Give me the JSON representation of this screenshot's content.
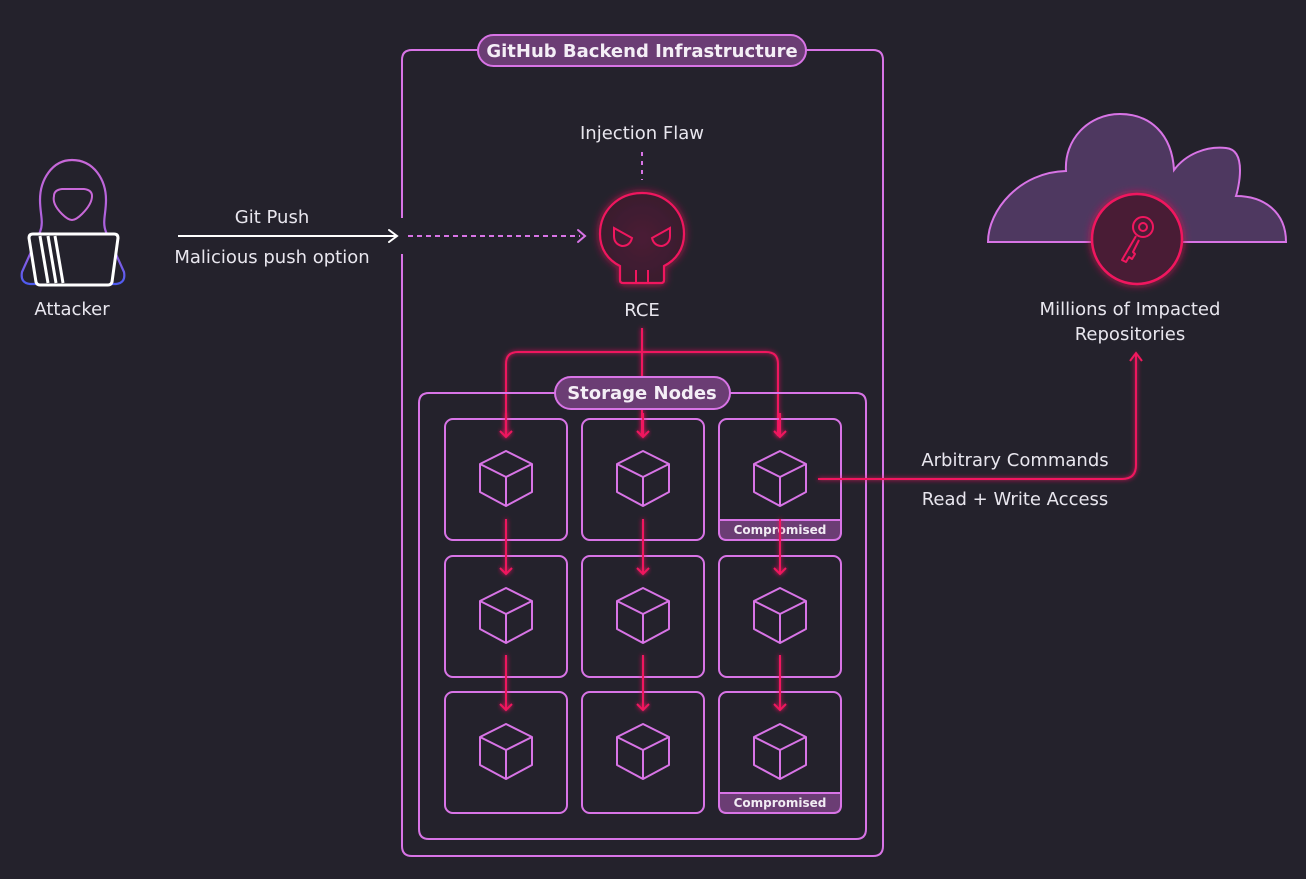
{
  "colors": {
    "background": "#24222c",
    "frame": "#d874e6",
    "pill_fill": "#6b3d74",
    "alert": "#f0195e",
    "cloud_fill": "#4e3860",
    "text": "#e8e6ee"
  },
  "attacker": {
    "label": "Attacker",
    "icon": "hacker-icon"
  },
  "push": {
    "label_top": "Git Push",
    "label_bottom": "Malicious push option"
  },
  "infrastructure": {
    "title": "GitHub Backend Infrastructure",
    "injection_label": "Injection Flaw",
    "rce_label": "RCE",
    "rce_icon": "skull-icon"
  },
  "storage": {
    "title": "Storage Nodes",
    "node_icon": "cube-icon",
    "nodes": [
      {
        "row": 1,
        "col": 1,
        "badge": ""
      },
      {
        "row": 1,
        "col": 2,
        "badge": ""
      },
      {
        "row": 1,
        "col": 3,
        "badge": "Compromised"
      },
      {
        "row": 2,
        "col": 1,
        "badge": ""
      },
      {
        "row": 2,
        "col": 2,
        "badge": ""
      },
      {
        "row": 2,
        "col": 3,
        "badge": ""
      },
      {
        "row": 3,
        "col": 1,
        "badge": ""
      },
      {
        "row": 3,
        "col": 2,
        "badge": ""
      },
      {
        "row": 3,
        "col": 3,
        "badge": "Compromised"
      }
    ]
  },
  "exfil": {
    "label_top": "Arbitrary Commands",
    "label_bottom": "Read + Write Access"
  },
  "impact": {
    "label_line1": "Millions of Impacted",
    "label_line2": "Repositories",
    "icon": "key-icon"
  }
}
